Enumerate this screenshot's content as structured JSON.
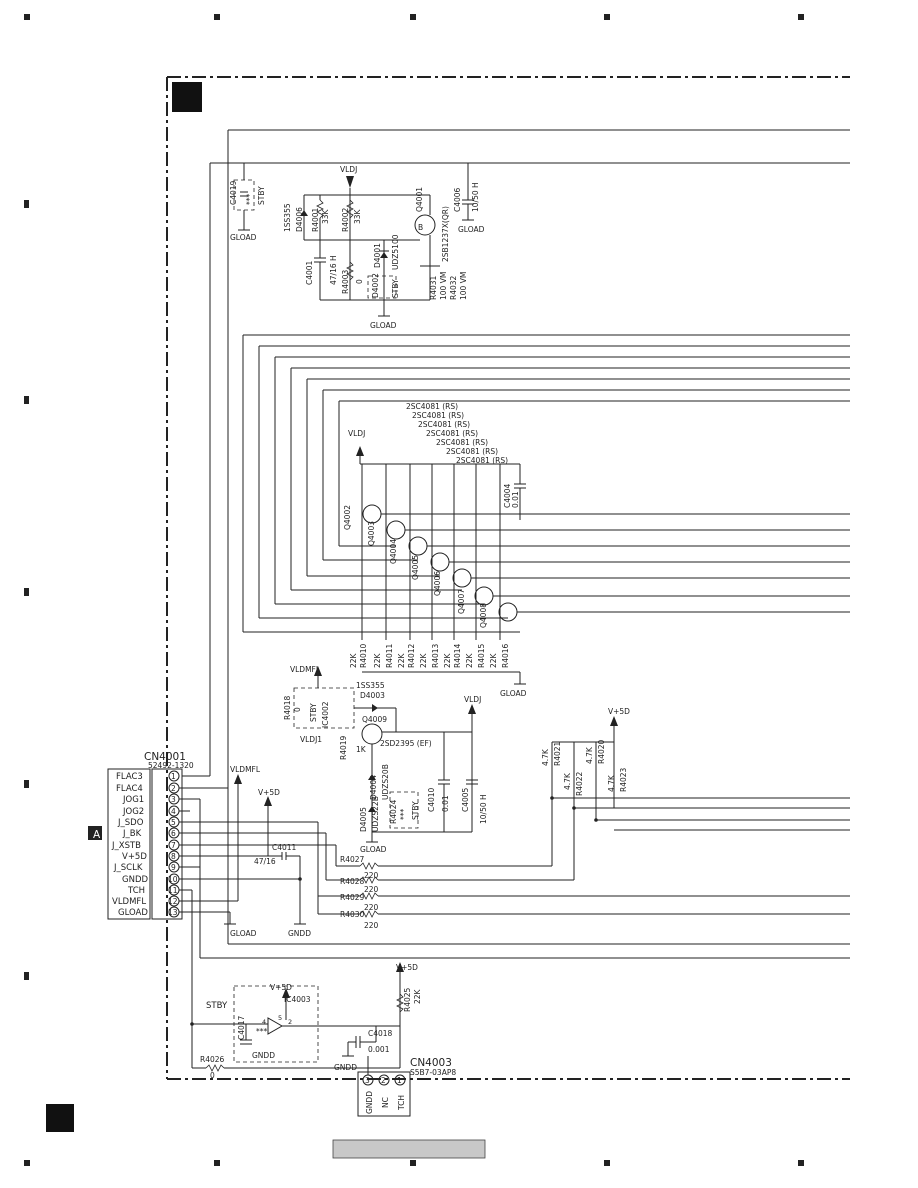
{
  "colors": {
    "ink": "#222222",
    "paper": "#ffffff",
    "footer_bar": "#c8c8c8"
  },
  "nets": {
    "vldj": "VLDJ",
    "vldmfl": "VLDMFL",
    "v5d": "V+5D",
    "gload": "GLOAD",
    "gndd": "GNDD",
    "vldj1": "VLDJ1",
    "stby": "STBY"
  },
  "cn4001": {
    "ref": "CN4001",
    "part": "52492-1320",
    "pins": [
      {
        "num": "1",
        "label": "FLAC3"
      },
      {
        "num": "2",
        "label": "FLAC4"
      },
      {
        "num": "3",
        "label": "JOG1"
      },
      {
        "num": "4",
        "label": "JOG2"
      },
      {
        "num": "5",
        "label": "J_SDO"
      },
      {
        "num": "6",
        "label": "J_BK"
      },
      {
        "num": "7",
        "label": "J_XSTB"
      },
      {
        "num": "8",
        "label": "V+5D"
      },
      {
        "num": "9",
        "label": "J_SCLK"
      },
      {
        "num": "10",
        "label": "GNDD"
      },
      {
        "num": "11",
        "label": "TCH"
      },
      {
        "num": "12",
        "label": "VLDMFL"
      },
      {
        "num": "13",
        "label": "GLOAD"
      }
    ]
  },
  "cn4003": {
    "ref": "CN4003",
    "part": "S5B7-03AP8",
    "pins": [
      {
        "num": "3",
        "label": "GNDD"
      },
      {
        "num": "2",
        "label": "NC"
      },
      {
        "num": "1",
        "label": "TCH"
      }
    ]
  },
  "top": {
    "c4019": {
      "ref": "C4019",
      "value": "***",
      "note": "STBY"
    },
    "d4006": {
      "ref": "D4006",
      "part": "1SS355"
    },
    "r4001": {
      "ref": "R4001",
      "value": "33K"
    },
    "r4002": {
      "ref": "R4002",
      "value": "33K"
    },
    "q4001": {
      "ref": "Q4001",
      "part": "2SB1237X(QR)"
    },
    "c4006": {
      "ref": "C4006",
      "value": "10/50 H"
    },
    "c4001": {
      "ref": "C4001",
      "value": "47/16 H"
    },
    "r4003": {
      "ref": "R4003",
      "value": "0"
    },
    "d4001": {
      "ref": "D4001",
      "part": "UDZ5100"
    },
    "d4002": {
      "ref": "D4002",
      "note": "STBY"
    },
    "r4031": {
      "ref": "R4031",
      "value": "100 VM"
    },
    "r4032": {
      "ref": "R4032",
      "value": "100 VM"
    }
  },
  "driver": {
    "parts": [
      "2SC4081 (RS)",
      "2SC4081 (RS)",
      "2SC4081 (RS)",
      "2SC4081 (RS)",
      "2SC4081 (RS)",
      "2SC4081 (RS)",
      "2SC4081 (RS)"
    ],
    "transistors": [
      "Q4002",
      "Q4003",
      "Q4004",
      "Q4005",
      "Q4006",
      "Q4007",
      "Q4008"
    ],
    "c4004": {
      "ref": "C4004",
      "value": "0.01"
    },
    "resistors": [
      {
        "ref": "R4010",
        "value": "22K"
      },
      {
        "ref": "R4011",
        "value": "22K"
      },
      {
        "ref": "R4012",
        "value": "22K"
      },
      {
        "ref": "R4013",
        "value": "22K"
      },
      {
        "ref": "R4014",
        "value": "22K"
      },
      {
        "ref": "R4015",
        "value": "22K"
      },
      {
        "ref": "R4016",
        "value": "22K"
      }
    ]
  },
  "middle": {
    "d4003": {
      "ref": "D4003",
      "part": "1SS355"
    },
    "r4018": {
      "ref": "R4018",
      "value": "0"
    },
    "ic4002": {
      "ref": "IC4002",
      "note": "STBY"
    },
    "q4009": {
      "ref": "Q4009",
      "part": "2SD2395 (EF)"
    },
    "r4019": {
      "ref": "R4019",
      "value": "1K"
    },
    "d4004": {
      "ref": "D4004",
      "part": "UDZS20B"
    },
    "d4005": {
      "ref": "D4005",
      "part": "UDZS22B"
    },
    "r4024": {
      "ref": "R4024",
      "value": "***",
      "note": "STBY"
    },
    "c4010": {
      "ref": "C4010",
      "value": "0.01"
    },
    "c4005": {
      "ref": "C4005",
      "value": "10/50 H"
    },
    "c4011": {
      "ref": "C4011",
      "value": "47/16"
    }
  },
  "pullups": [
    {
      "ref": "R4021",
      "value": "4.7K"
    },
    {
      "ref": "R4022",
      "value": "4.7K"
    },
    {
      "ref": "R4020",
      "value": "4.7K"
    },
    {
      "ref": "R4023",
      "value": "4.7K"
    }
  ],
  "series": [
    {
      "ref": "R4027",
      "value": "220"
    },
    {
      "ref": "R4028",
      "value": "220"
    },
    {
      "ref": "R4029",
      "value": "220"
    },
    {
      "ref": "R4030",
      "value": "220"
    }
  ],
  "bottom": {
    "stby_label": "STBY",
    "ic4003": {
      "ref": "IC4003"
    },
    "c4017": {
      "ref": "C4017",
      "value": "***"
    },
    "r4025": {
      "ref": "R4025",
      "value": "22K"
    },
    "c4018": {
      "ref": "C4018",
      "value": "0.001"
    },
    "r4026": {
      "ref": "R4026",
      "value": "0"
    },
    "pin_labels": {
      "p4": "4",
      "p5": "5",
      "p2": "2"
    }
  },
  "frame_tag": "A"
}
